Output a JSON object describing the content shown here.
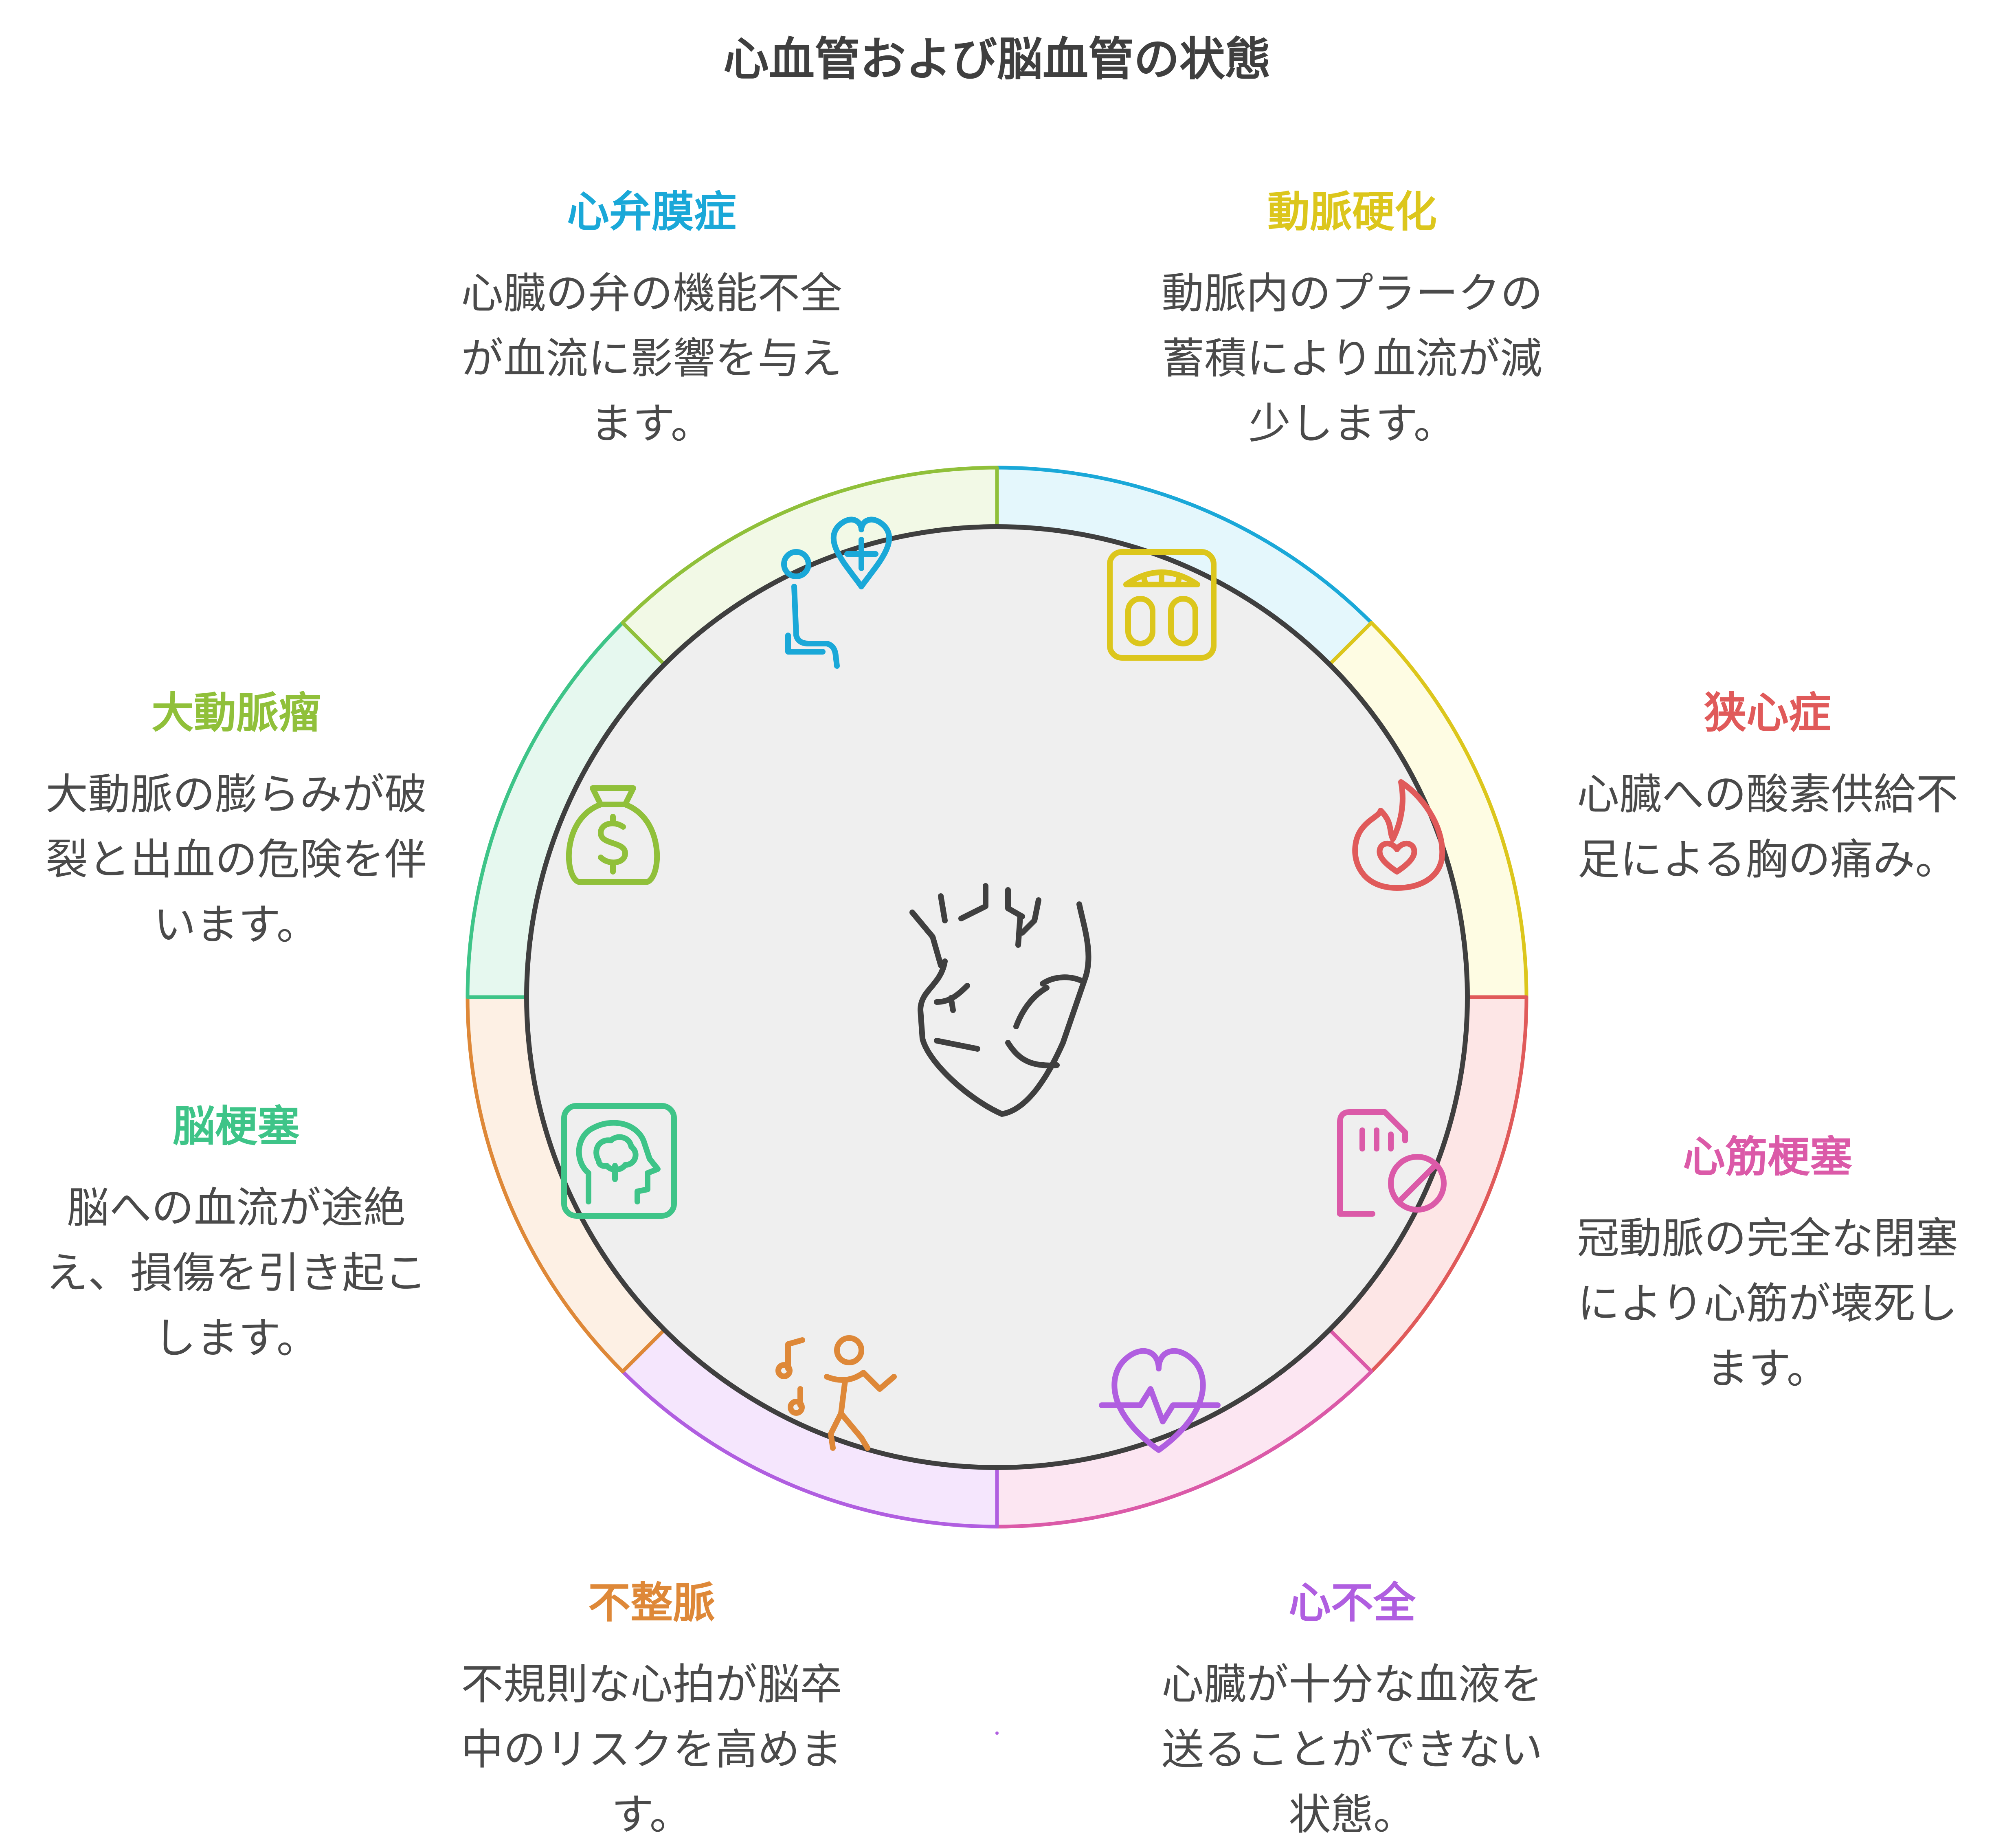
{
  "title": "心血管および脳血管の状態",
  "segments": [
    {
      "key": "valve",
      "label": "心弁膜症",
      "description": "心臓の弁の機能不全が血流に影響を与えます。",
      "color": "#1aa8d8",
      "fill": "#e4f7fc",
      "icon": "patient-heart-icon"
    },
    {
      "key": "athero",
      "label": "動脈硬化",
      "description": "動脈内のプラークの蓄積により血流が減少します。",
      "color": "#dcc61c",
      "fill": "#fefce3",
      "icon": "weight-scale-icon"
    },
    {
      "key": "angina",
      "label": "狭心症",
      "description": "心臓への酸素供給不足による胸の痛み。",
      "color": "#e05a5a",
      "fill": "#fde6e6",
      "icon": "fire-heart-icon"
    },
    {
      "key": "mi",
      "label": "心筋梗塞",
      "description": "冠動脈の完全な閉塞により心筋が壊死します。",
      "color": "#db5aa8",
      "fill": "#fce6f2",
      "icon": "blocked-card-icon"
    },
    {
      "key": "hf",
      "label": "心不全",
      "description": "心臓が十分な血液を送ることができない状態。",
      "color": "#b05ee0",
      "fill": "#f5e6fd",
      "icon": "heart-pulse-icon"
    },
    {
      "key": "arr",
      "label": "不整脈",
      "description": "不規則な心拍が脳卒中のリスクを高めます。",
      "color": "#de8838",
      "fill": "#fdf0e4",
      "icon": "dancing-music-icon"
    },
    {
      "key": "stroke",
      "label": "脳梗塞",
      "description": "脳への血流が途絶え、損傷を引き起こします。",
      "color": "#3ec488",
      "fill": "#e6f8ef",
      "icon": "brain-head-icon"
    },
    {
      "key": "aneurysm",
      "label": "大動脈瘤",
      "description": "大動脈の膨らみが破裂と出血の危険を伴います。",
      "color": "#90c03a",
      "fill": "#f2f9e6",
      "icon": "money-bag-icon"
    }
  ],
  "center": {
    "icon": "heart-anatomy-icon",
    "fill": "#efefef",
    "stroke": "#3f3f3f"
  }
}
